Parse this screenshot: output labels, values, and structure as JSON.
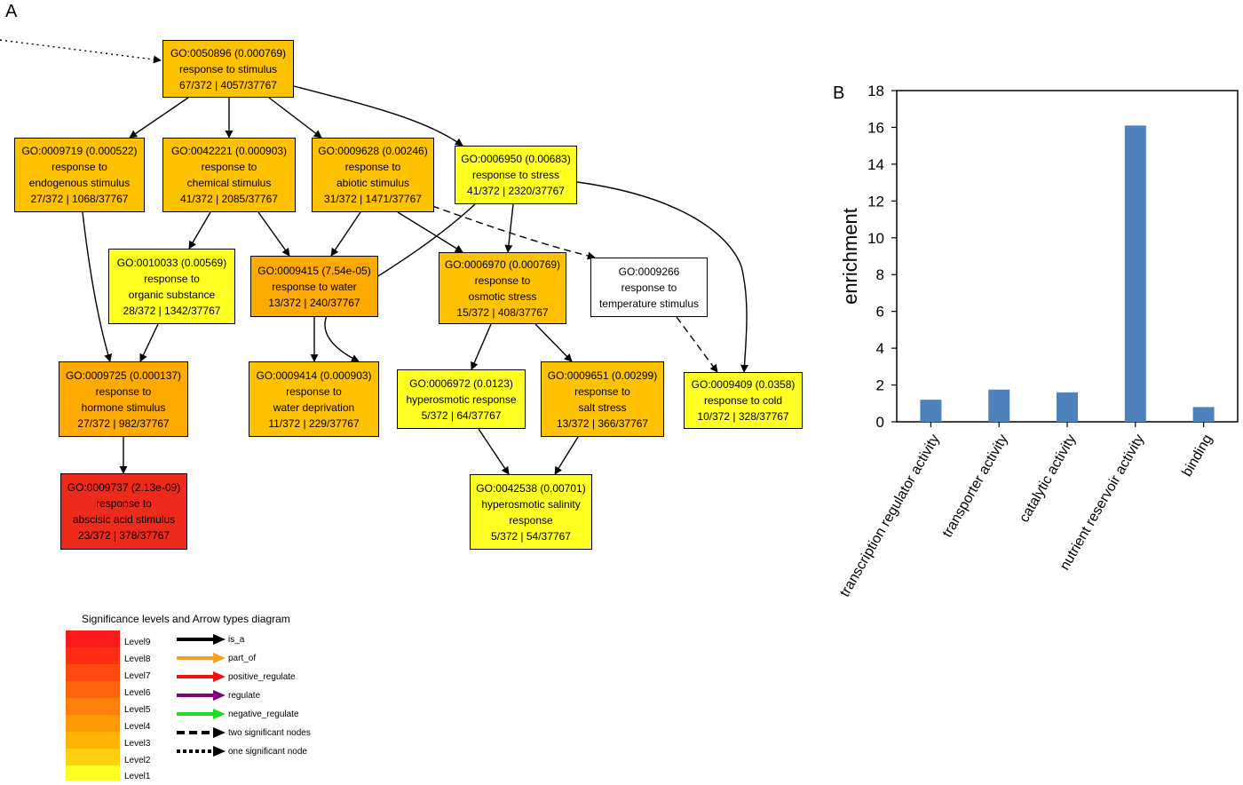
{
  "panel_a": {
    "letter": "A"
  },
  "panel_b": {
    "letter": "B"
  },
  "nodes": [
    {
      "id": "n0050896",
      "lines": [
        "GO:0050896 (0.000769)",
        "response to stimulus",
        "67/372 | 4057/37767"
      ],
      "color": "#FFC200"
    },
    {
      "id": "n0009719",
      "lines": [
        "GO:0009719 (0.000522)",
        "response to",
        "endogenous stimulus",
        "27/372 | 1068/37767"
      ],
      "color": "#FFC200"
    },
    {
      "id": "n0042221",
      "lines": [
        "GO:0042221 (0.000903)",
        "response to",
        "chemical stimulus",
        "41/372 | 2085/37767"
      ],
      "color": "#FFC200"
    },
    {
      "id": "n0009628",
      "lines": [
        "GO:0009628 (0.00246)",
        "response to",
        "abiotic stimulus",
        "31/372 | 1471/37767"
      ],
      "color": "#FFC200"
    },
    {
      "id": "n0006950",
      "lines": [
        "GO:0006950 (0.00683)",
        "response to stress",
        "41/372 | 2320/37767"
      ],
      "color": "#FFFF22"
    },
    {
      "id": "n0010033",
      "lines": [
        "GO:0010033 (0.00569)",
        "response to",
        "organic substance",
        "28/372 | 1342/37767"
      ],
      "color": "#FFFF22"
    },
    {
      "id": "n0009415",
      "lines": [
        "GO:0009415 (7.54e-05)",
        "response to water",
        "13/372 | 240/37767"
      ],
      "color": "#FFAA00"
    },
    {
      "id": "n0006970",
      "lines": [
        "GO:0006970 (0.000769)",
        "response to",
        "osmotic stress",
        "15/372 | 408/37767"
      ],
      "color": "#FFC200"
    },
    {
      "id": "n0009266",
      "lines": [
        "GO:0009266",
        "response to",
        "temperature stimulus"
      ],
      "color": "#FFFFFF"
    },
    {
      "id": "n0009725",
      "lines": [
        "GO:0009725 (0.000137)",
        "response to",
        "hormone stimulus",
        "27/372 | 982/37767"
      ],
      "color": "#FFAA00"
    },
    {
      "id": "n0009414",
      "lines": [
        "GO:0009414 (0.000903)",
        "response to",
        "water deprivation",
        "11/372 | 229/37767"
      ],
      "color": "#FFC200"
    },
    {
      "id": "n0006972",
      "lines": [
        "GO:0006972 (0.0123)",
        "hyperosmotic response",
        "5/372 | 64/37767"
      ],
      "color": "#FFFF22"
    },
    {
      "id": "n0009651",
      "lines": [
        "GO:0009651 (0.00299)",
        "response to",
        "salt stress",
        "13/372 | 366/37767"
      ],
      "color": "#FFC200"
    },
    {
      "id": "n0009409",
      "lines": [
        "GO:0009409 (0.0358)",
        "response to cold",
        "10/372 | 328/37767"
      ],
      "color": "#FFFF22"
    },
    {
      "id": "n0009737",
      "lines": [
        "GO:0009737 (2.13e-09)",
        "response to",
        "abscisic acid stimulus",
        "23/372 | 378/37767"
      ],
      "color": "#EE2A1A"
    },
    {
      "id": "n0042538",
      "lines": [
        "GO:0042538 (0.00701)",
        "hyperosmotic salinity",
        "response",
        "5/372 | 54/37767"
      ],
      "color": "#FFFF22"
    }
  ],
  "legend": {
    "title": "Significance levels and Arrow types diagram",
    "levels": [
      {
        "label": "Level9",
        "color": "#FF1A1A"
      },
      {
        "label": "Level8",
        "color": "#FF2D14"
      },
      {
        "label": "Level7",
        "color": "#FF4A10"
      },
      {
        "label": "Level6",
        "color": "#FF640C"
      },
      {
        "label": "Level5",
        "color": "#FF800A"
      },
      {
        "label": "Level4",
        "color": "#FF9A06"
      },
      {
        "label": "Level3",
        "color": "#FFB405"
      },
      {
        "label": "Level2",
        "color": "#FFD010"
      },
      {
        "label": "Level1",
        "color": "#FFFF22"
      }
    ],
    "arrows": [
      {
        "label": "is_a",
        "color": "#000000",
        "style": "solid"
      },
      {
        "label": "part_of",
        "color": "#F5A020",
        "style": "solid"
      },
      {
        "label": "positive_regulate",
        "color": "#EE1111",
        "style": "solid"
      },
      {
        "label": "regulate",
        "color": "#800080",
        "style": "solid"
      },
      {
        "label": "negative_regulate",
        "color": "#22DD22",
        "style": "solid"
      },
      {
        "label": "two significant nodes",
        "color": "#000000",
        "style": "dashed"
      },
      {
        "label": "one significant node",
        "color": "#000000",
        "style": "dotted"
      }
    ]
  },
  "chart_data": {
    "type": "bar",
    "categories": [
      "transcription regulator activity",
      "transporter activity",
      "catalytic activity",
      "nutrient reservoir activity",
      "binding"
    ],
    "values": [
      1.2,
      1.75,
      1.6,
      16.1,
      0.8
    ],
    "xlabel": "",
    "ylabel": "enrichment",
    "ylim": [
      0,
      18
    ],
    "yticks": [
      0,
      2,
      4,
      6,
      8,
      10,
      12,
      14,
      16,
      18
    ],
    "bar_color": "#4F81BD",
    "grid": false,
    "legend": "none"
  }
}
